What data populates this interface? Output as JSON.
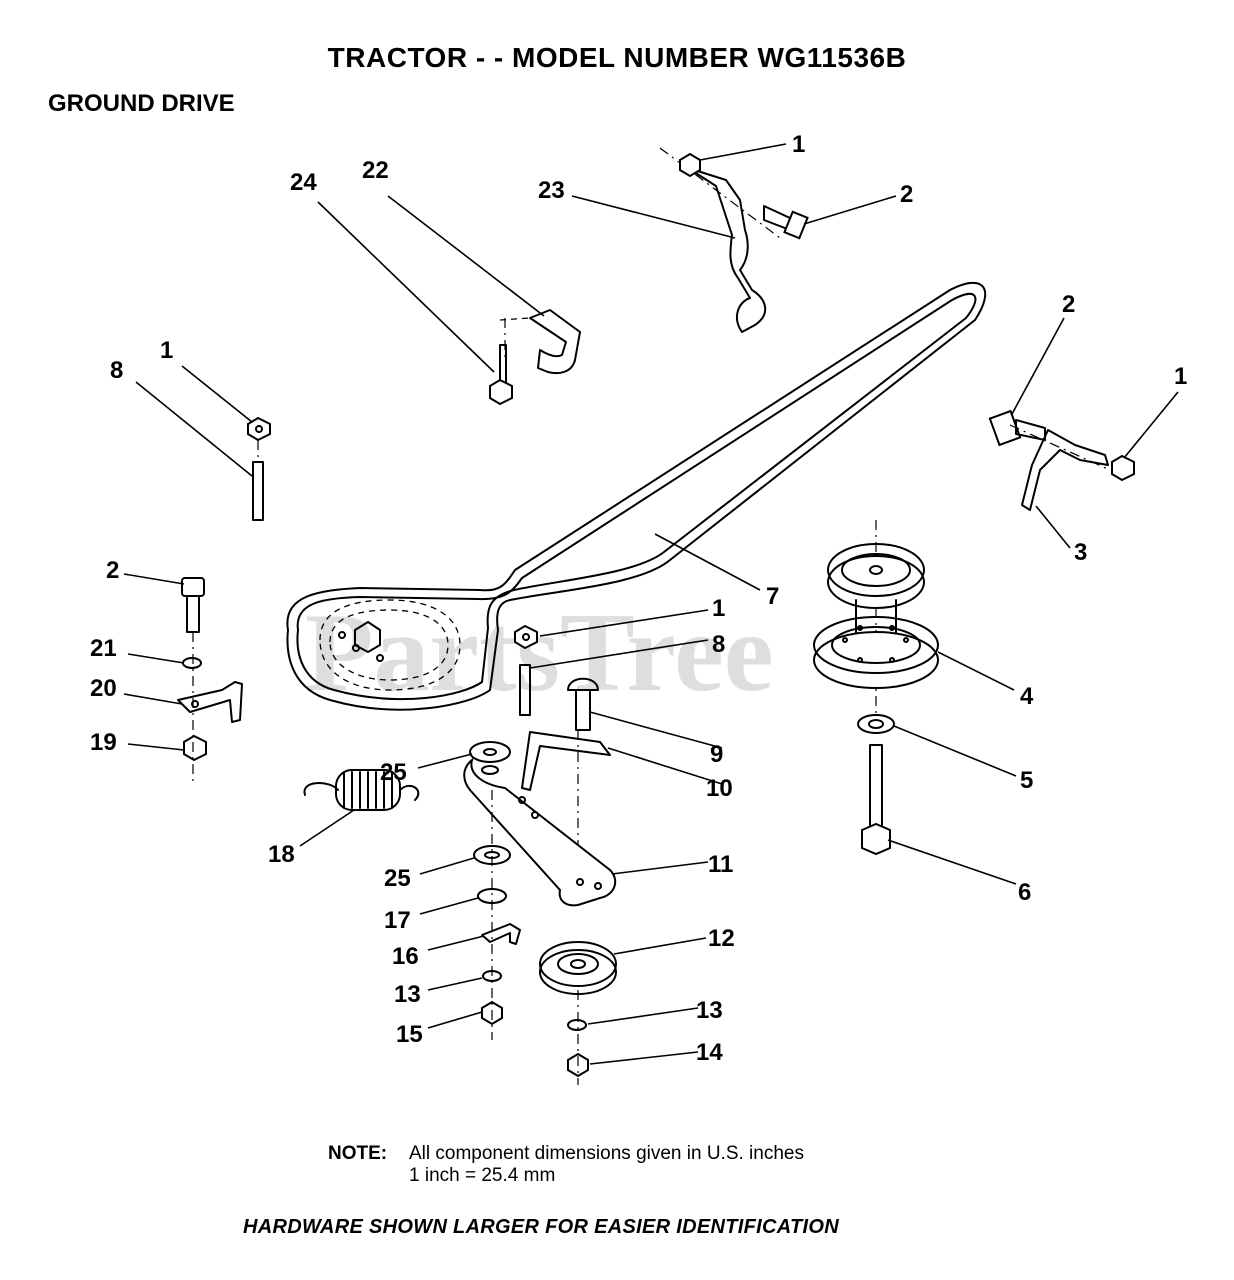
{
  "title": "TRACTOR - - MODEL NUMBER WG11536B",
  "section": "GROUND DRIVE",
  "watermark": "PartsTree",
  "note": {
    "label": "NOTE:",
    "line1": "All component dimensions given in U.S. inches",
    "line2": "1 inch = 25.4 mm"
  },
  "footer": "HARDWARE SHOWN LARGER FOR EASIER IDENTIFICATION",
  "callouts": [
    "1",
    "2",
    "23",
    "24",
    "22",
    "2",
    "1",
    "1",
    "8",
    "3",
    "7",
    "4",
    "2",
    "1",
    "21",
    "8",
    "20",
    "9",
    "19",
    "25",
    "10",
    "5",
    "18",
    "11",
    "6",
    "25",
    "17",
    "12",
    "16",
    "13",
    "13",
    "15",
    "14"
  ]
}
